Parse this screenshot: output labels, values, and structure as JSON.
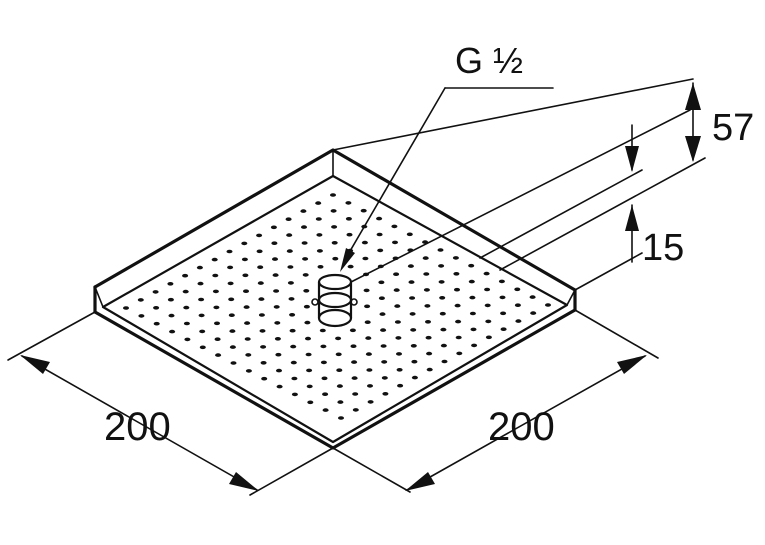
{
  "drawing": {
    "thread_label": "G ½",
    "width_left_label": "200",
    "width_right_label": "200",
    "height_total_label": "57",
    "plate_thickness_label": "15"
  },
  "colors": {
    "line": "#111111",
    "background": "#ffffff"
  }
}
